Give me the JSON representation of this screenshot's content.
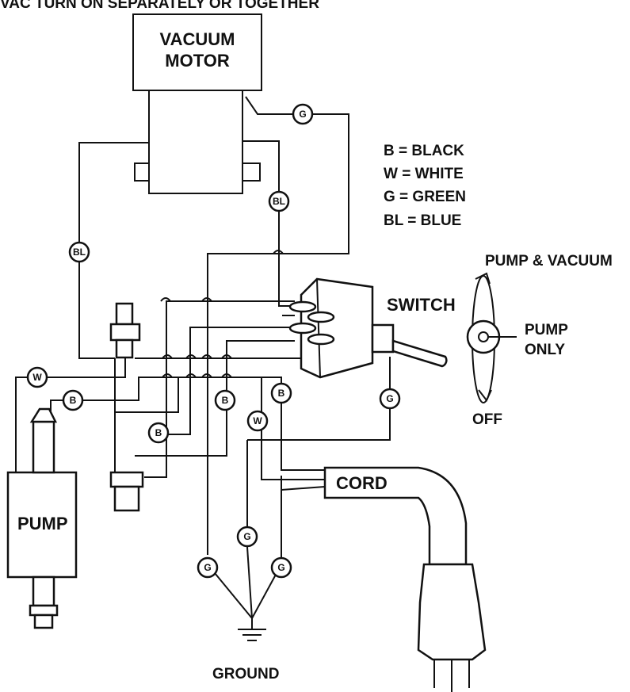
{
  "header_text": "VAC TURN ON SEPARATELY OR TOGETHER",
  "components": {
    "vacuum_motor": [
      "VACUUM",
      "MOTOR"
    ],
    "switch": "SWITCH",
    "pump": "PUMP",
    "cord": "CORD",
    "ground": "GROUND"
  },
  "legend": [
    "B = BLACK",
    "W = WHITE",
    "G = GREEN",
    "BL = BLUE"
  ],
  "switch_positions": {
    "top": "PUMP & VACUUM",
    "right": [
      "PUMP",
      "ONLY"
    ],
    "bottom": "OFF"
  },
  "wire_tags": {
    "g": "G",
    "bl": "BL",
    "b": "B",
    "w": "W"
  }
}
